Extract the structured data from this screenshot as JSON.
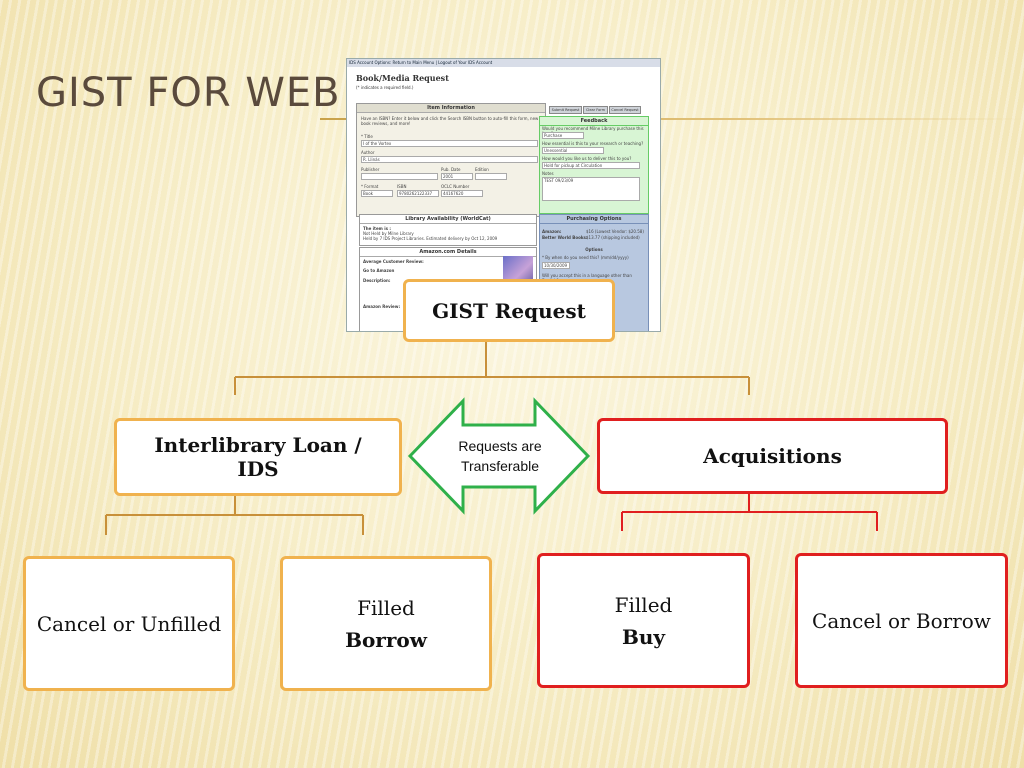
{
  "slide": {
    "title": "GIST FOR WEB"
  },
  "screenshot": {
    "top_bar": "IDS Account Options: Return to Main Menu | Logout of Your IDS Account",
    "heading": "Book/Media Request",
    "required_note": "(* indicates a required field.)",
    "item_info": {
      "header": "Item Information",
      "isbn_prompt": "Have an ISBN? Enter it below and click the Search ISBN button to auto-fill this form, new book reviews, and more!",
      "title_label": "* Title",
      "title_value": "I of the Vortex",
      "author_label": "Author",
      "author_value": "R. Llinás",
      "publisher_label": "Publisher",
      "pub_date_label": "Pub. Date",
      "pub_date_value": "2001",
      "edition_label": "Edition",
      "format_label": "* Format",
      "format_value": "Book",
      "isbn_label": "ISBN",
      "isbn_value": "9780262122337",
      "oclc_label": "OCLC Number",
      "oclc_value": "44167620"
    },
    "availability": {
      "header": "Library Availability (WorldCat)",
      "line1": "The item is :",
      "line2": "Not Held by Milne Library",
      "line3": "Held by 7 IDS Project Libraries. Estimated delivery by Oct 12, 2009"
    },
    "amazon": {
      "header": "Amazon.com Details",
      "rating_label": "Average Customer Review:",
      "go_to": "Go to Amazon",
      "description_label": "Description:",
      "review_label": "Amazon Review:"
    },
    "buttons": [
      "Submit Request",
      "Clear Form",
      "Cancel Request"
    ],
    "feedback": {
      "header": "Feedback",
      "q1": "Would you recommend Milne Library purchase this item?",
      "q1_value": "Purchase",
      "q2": "How essential is this to your research or teaching?",
      "q2_value": "Unessential",
      "q3": "How would you like us to deliver this to you?",
      "q3_value": "Hold for pickup at Circulation",
      "notes_label": "Notes",
      "notes_value": "TEST 09/23/09"
    },
    "purchasing": {
      "header": "Purchasing Options",
      "amazon_label": "Amazon:",
      "amazon_value": "$16 (Lowest Vendor: $20.58)",
      "bw_label": "Better World Books:",
      "bw_value": "$13.77 (shipping included)",
      "options_header": "Options",
      "by_when_label": "* By when do you need this? (mm/dd/yyyy)",
      "by_when_value": "10/30/2009",
      "lang_label": "Will you accept this in a language other than English?"
    }
  },
  "diagram": {
    "root": "GIST Request",
    "left_branch": "Interlibrary Loan / IDS",
    "right_branch": "Acquisitions",
    "arrow_label": "Requests are Transferable",
    "left_leaves": [
      {
        "line1": "Cancel or Unfilled",
        "line2": ""
      },
      {
        "line1": "Filled",
        "line2": "Borrow"
      }
    ],
    "right_leaves": [
      {
        "line1": "Filled",
        "line2": "Buy"
      },
      {
        "line1": "Cancel or Borrow",
        "line2": ""
      }
    ],
    "colors": {
      "orange": "#f0b24e",
      "red": "#e01f1f",
      "connector_orange": "#c8903a",
      "green_arrow": "#2fb04a"
    }
  }
}
